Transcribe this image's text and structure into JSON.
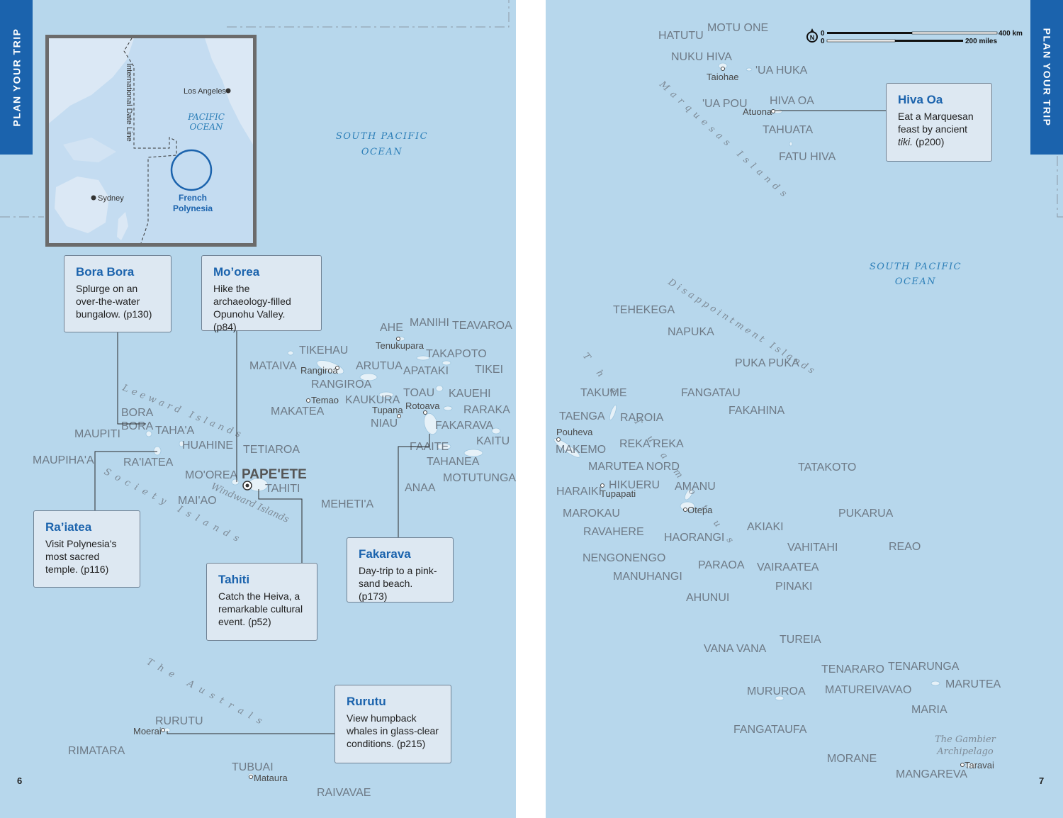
{
  "pages": {
    "left": {
      "side_tab": "PLAN YOUR TRIP",
      "folio": "6",
      "oceans": [
        "SOUTH PACIFIC",
        "OCEAN"
      ],
      "island_groups": [
        [
          "L",
          "e",
          "e",
          "w",
          "a",
          "r",
          "d",
          " ",
          "I",
          "s",
          "l",
          "a",
          "n",
          "d",
          "s"
        ],
        [
          "S",
          "o",
          "c",
          "i",
          "e",
          "t",
          "y",
          " ",
          " ",
          "I",
          "s",
          "l",
          "a",
          "n",
          "d",
          "s"
        ],
        "Windward Islands",
        [
          "T",
          "h",
          "e",
          " ",
          "A",
          "u",
          "s",
          "t",
          "r",
          "a",
          "l",
          "s"
        ]
      ],
      "islands": [
        "BORA",
        "BORA",
        "MAUPITI",
        "TAHA'A",
        "HUAHINE",
        "MAUPIHA'A",
        "RA'IATEA",
        "MO'OREA",
        "TAHITI",
        "MAI'AO",
        "TETIAROA",
        "MEHETI'A",
        "MATAIVA",
        "TIKEHAU",
        "RANGIROA",
        "ARUTUA",
        "MAKATEA",
        "KAUKURA",
        "NIAU",
        "AHE",
        "MANIHI",
        "TEAVAROA",
        "TAKAPOTO",
        "APATAKI",
        "TIKEI",
        "TOAU",
        "KAUEHI",
        "RARAKA",
        "FAKARAVA",
        "KAITU",
        "FAAITE",
        "TAHANEA",
        "MOTUTUNGA",
        "ANAA",
        "RURUTU",
        "RIMATARA",
        "TUBUAI",
        "RAIVAVAE"
      ],
      "towns": [
        "Tenukupara",
        "Rangiroa",
        "Temao",
        "Tupana",
        "Rotoava",
        "Moerai",
        "Mataura"
      ],
      "capital": "PAPE'ETE",
      "callouts": {
        "bora_bora": {
          "title": "Bora Bora",
          "text": "Splurge on an over-the-water bungalow. (p130)"
        },
        "moorea": {
          "title": "Mo’orea",
          "text": "Hike the archaeology-filled Opunohu Valley. (p84)"
        },
        "raiatea": {
          "title": "Ra’iatea",
          "text": "Visit Polynesia's most sacred temple. (p116)"
        },
        "tahiti": {
          "title": "Tahiti",
          "text": "Catch the Heiva, a remarkable cultural event. (p52)"
        },
        "fakarava": {
          "title": "Fakarava",
          "text": "Day-trip to a pink-sand beach. (p173)"
        },
        "rurutu": {
          "title": "Rurutu",
          "text": "View humpback whales in glass-clear conditions. (p215)"
        }
      },
      "inset": {
        "date_line": "International Date Line",
        "los_angeles": "Los Angeles",
        "ocean": [
          "PACIFIC",
          "OCEAN"
        ],
        "sydney": "Sydney",
        "french_polynesia": [
          "French",
          "Polynesia"
        ]
      }
    },
    "right": {
      "side_tab": "PLAN YOUR TRIP",
      "folio": "7",
      "scale": {
        "km_zero": "0",
        "miles_zero": "0",
        "km": "400 km",
        "miles": "200 miles"
      },
      "oceans": [
        "SOUTH PACIFIC",
        "OCEAN"
      ],
      "island_groups": [
        [
          "M",
          "a",
          "r",
          "q",
          "u",
          "e",
          "s",
          "a",
          "s",
          " ",
          "I",
          "s",
          "l",
          "a",
          "n",
          "d",
          "s"
        ],
        [
          "D",
          "i",
          "s",
          "a",
          "p",
          "p",
          "o",
          "i",
          "n",
          "t",
          "m",
          "e",
          "n",
          "t",
          " ",
          "I",
          "s",
          "l",
          "a",
          "n",
          "d",
          "s"
        ],
        [
          "T",
          "h",
          "e",
          " ",
          "T",
          "u",
          "a",
          "m",
          "o",
          "t",
          "u",
          "s"
        ],
        [
          "The Gambier",
          "Archipelago"
        ]
      ],
      "islands": [
        "HATUTU",
        "MOTU ONE",
        "NUKU HIVA",
        "'UA HUKA",
        "'UA POU",
        "HIVA OA",
        "TAHUATA",
        "FATU HIVA",
        "TEHEKEGA",
        "NAPUKA",
        "PUKA PUKA",
        "TAKUME",
        "FANGATAU",
        "FAKAHINA",
        "TAENGA",
        "RAROIA",
        "MAKEMO",
        "REKA REKA",
        "MARUTEA NORD",
        "TATAKOTO",
        "HARAIKI",
        "HIKUERU",
        "AMANU",
        "MAROKAU",
        "RAVAHERE",
        "HAORANGI",
        "AKIAKI",
        "PUKARUA",
        "NENGONENGO",
        "VAHITAHI",
        "REAO",
        "MANUHANGI",
        "PARAOA",
        "VAIRAATEA",
        "PINAKI",
        "AHUNUI",
        "TUREIA",
        "VANA VANA",
        "TENARARO",
        "TENARUNGA",
        "MURUROA",
        "MATUREIVAVAO",
        "MARUTEA",
        "MARIA",
        "FANGATAUFA",
        "MORANE",
        "MANGAREVA"
      ],
      "towns": [
        "Taiohae",
        "Atuona",
        "Pouheva",
        "Tupapati",
        "Otepa",
        "Taravai"
      ],
      "callouts": {
        "hiva_oa": {
          "title": "Hiva Oa",
          "text_1": "Eat a Marquesan feast by ancient",
          "text_2": "tiki.",
          "text_3": " (p200)"
        }
      }
    }
  },
  "colors": {
    "sea": "#b7d7ec",
    "brand": "#1b63ad",
    "callout_bg": "#dde8f2",
    "land": "#e6f1f8"
  }
}
